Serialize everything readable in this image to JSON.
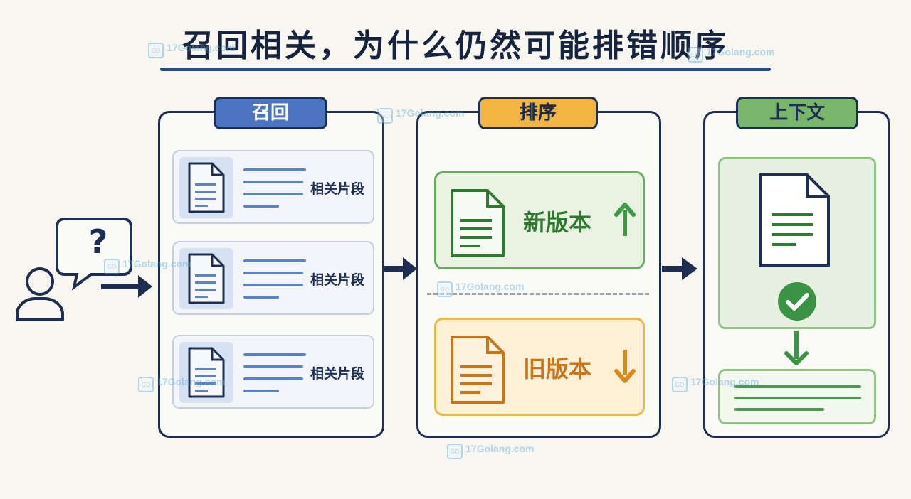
{
  "title": "召回相关，为什么仍然可能排错顺序",
  "user": {
    "bubble_text": "?"
  },
  "panels": {
    "recall": {
      "tag": "召回",
      "snippets": [
        {
          "label": "相关片段"
        },
        {
          "label": "相关片段"
        },
        {
          "label": "相关片段"
        }
      ]
    },
    "ranking": {
      "tag": "排序",
      "new_version": {
        "label": "新版本",
        "arrow": "up-arrow-icon"
      },
      "old_version": {
        "label": "旧版本",
        "arrow": "down-arrow-icon"
      }
    },
    "context": {
      "tag": "上下文",
      "status_icon": "check-circle-icon"
    }
  },
  "watermark": {
    "text": "17Golang.com",
    "badge": "GO"
  },
  "colors": {
    "navy": "#1e2e50",
    "recall_blue": "#4b74c1",
    "ranking_orange": "#f2b541",
    "context_green": "#78b66b",
    "new_green": "#2f7a30",
    "old_orange": "#c9731a"
  }
}
